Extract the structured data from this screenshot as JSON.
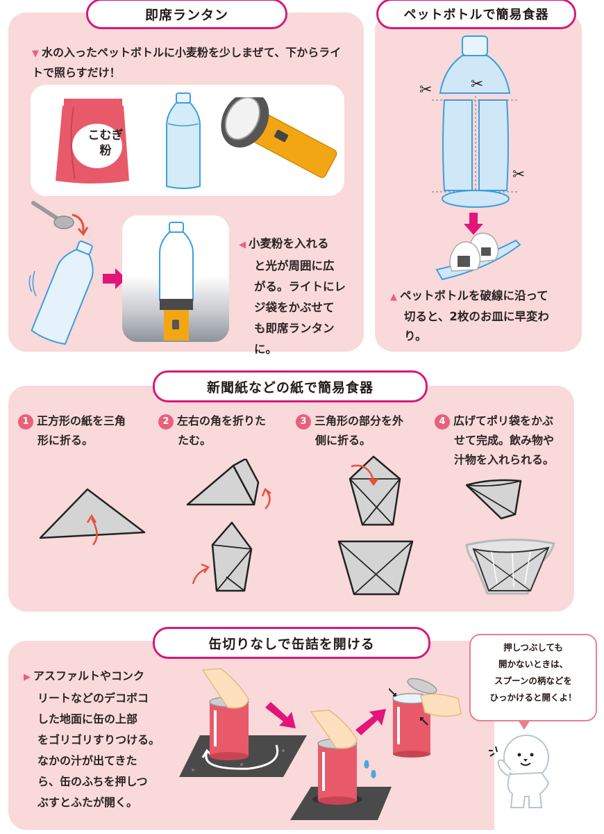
{
  "section1": {
    "title": "即席ランタン",
    "instruction_marker": "▼",
    "instruction": "水の入ったペットボトルに小麦粉を少しまぜて、下からライトで照らすだけ！",
    "flour_bag_label_line1": "こむぎ",
    "flour_bag_label_line2": "粉",
    "note_marker": "◀",
    "note_lines": [
      "小麦粉を入れる",
      "と光が周囲に広",
      "がる。ライトにレ",
      "ジ袋をかぶせて",
      "も即席ランタンに。"
    ],
    "colors": {
      "flour_bag": "#e85a69",
      "bottle_outline": "#3a9ee0",
      "flashlight_body": "#f3a614",
      "arrow": "#e3147a"
    }
  },
  "section2": {
    "title": "ペットボトルで簡易食器",
    "note_marker": "▲",
    "note_lines": [
      "ペットボトルを破線に沿って",
      "切ると、2枚のお皿に早変わ",
      "り。"
    ]
  },
  "section3": {
    "title": "新聞紙などの紙で簡易食器",
    "steps": [
      {
        "num": "1",
        "lines": [
          "正方形の紙を三角",
          "形に折る。"
        ]
      },
      {
        "num": "2",
        "lines": [
          "左右の角を折りた",
          "たむ。"
        ]
      },
      {
        "num": "3",
        "lines": [
          "三角形の部分を外",
          "側に折る。"
        ]
      },
      {
        "num": "4",
        "lines": [
          "広げてポリ袋をかぶ",
          "せて完成。飲み物や",
          "汁物を入れられる。"
        ]
      }
    ]
  },
  "section4": {
    "title": "缶切りなしで缶詰を開ける",
    "note_marker": "▶",
    "note_lines": [
      "アスファルトやコンク",
      "リートなどのデコボコ",
      "した地面に缶の上部",
      "をゴリゴリすりつける。",
      "なかの汁が出てきた",
      "ら、缶のふちを押しつ",
      "ぶすとふたが開く。"
    ],
    "bubble_lines": [
      "押しつぶしても",
      "開かないときは、",
      "スプーンの柄などを",
      "ひっかけると開くよ！"
    ]
  },
  "theme": {
    "panel_bg": "#f9d9d9",
    "title_border": "#d6187a",
    "marker": "#e8607a"
  }
}
